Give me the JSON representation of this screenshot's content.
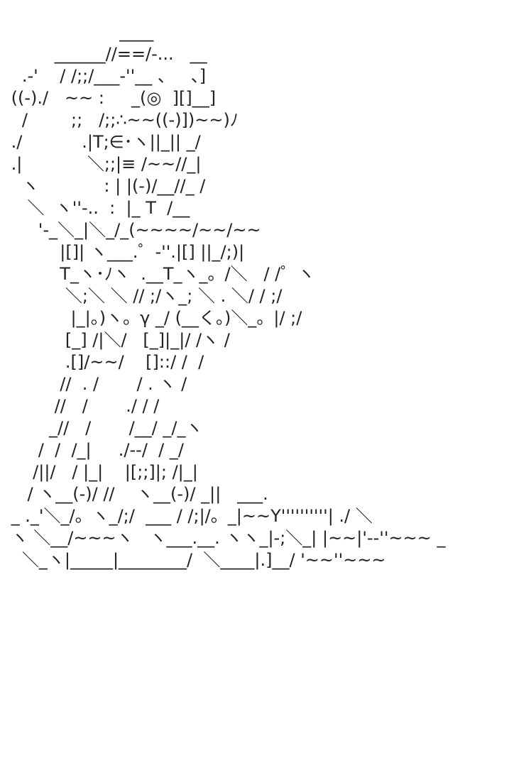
{
  "art": {
    "lines": [
      "                     ____",
      "         ______//==/-...   __",
      "   .-'    / /;;/___-''__ 、   、]",
      " ((-)./   ~~ :     _(◎  ][]__]",
      "   /        ;;   /;;∴~~((-)])~~)ﾉ",
      " ./           .|T;∈･ヽ||_|| _/",
      " .|            ＼;;|≡ /~~//_|",
      "   ヽ            : | |(-)/__//_ /",
      "    ＼  ヽ''-..  :  |_ T  /__",
      "      '-_＼_|＼_/_(~~~~/~~/~~",
      "          |[]| ヽ___.゜-''.|[] ||_/;)|",
      "          T_ヽ･ﾉヽ  .__T_ヽ_。/＼   / /゜ヽ",
      "           ＼;＼ ＼ // ;/ヽ_; ＼ . ＼/ / ;/",
      "            |_|。)ヽ。γ _/ (__く。)＼_。|/ ;/",
      "           [_] /|＼/   [_]|_|/ /ヽ /",
      "           .[]/~~/    []::/ /  /",
      "          //  . /       / . ヽ /",
      "         //   /       ./ / /",
      "        _//   /       /__/ _/_ヽ",
      "      /  /  /_|     ./--/  / _/",
      "     /||/   / |_|    |[;;]|; /|_|",
      "    / ヽ__(-)/ //    ヽ__(-)/ _||   ___.",
      " _ ._'＼_/。ヽ_/;/  ___ / /;|/。_|~~Y''''''''''| ./ ＼",
      " ヽ ＼__/~~~ヽ   ヽ___.__. ヽヽ_|-;＼_| |~~|'--''~~~ _",
      "   ＼_ヽ|_____|________/  ＼____|.]__/ '~~''~~~"
    ]
  }
}
